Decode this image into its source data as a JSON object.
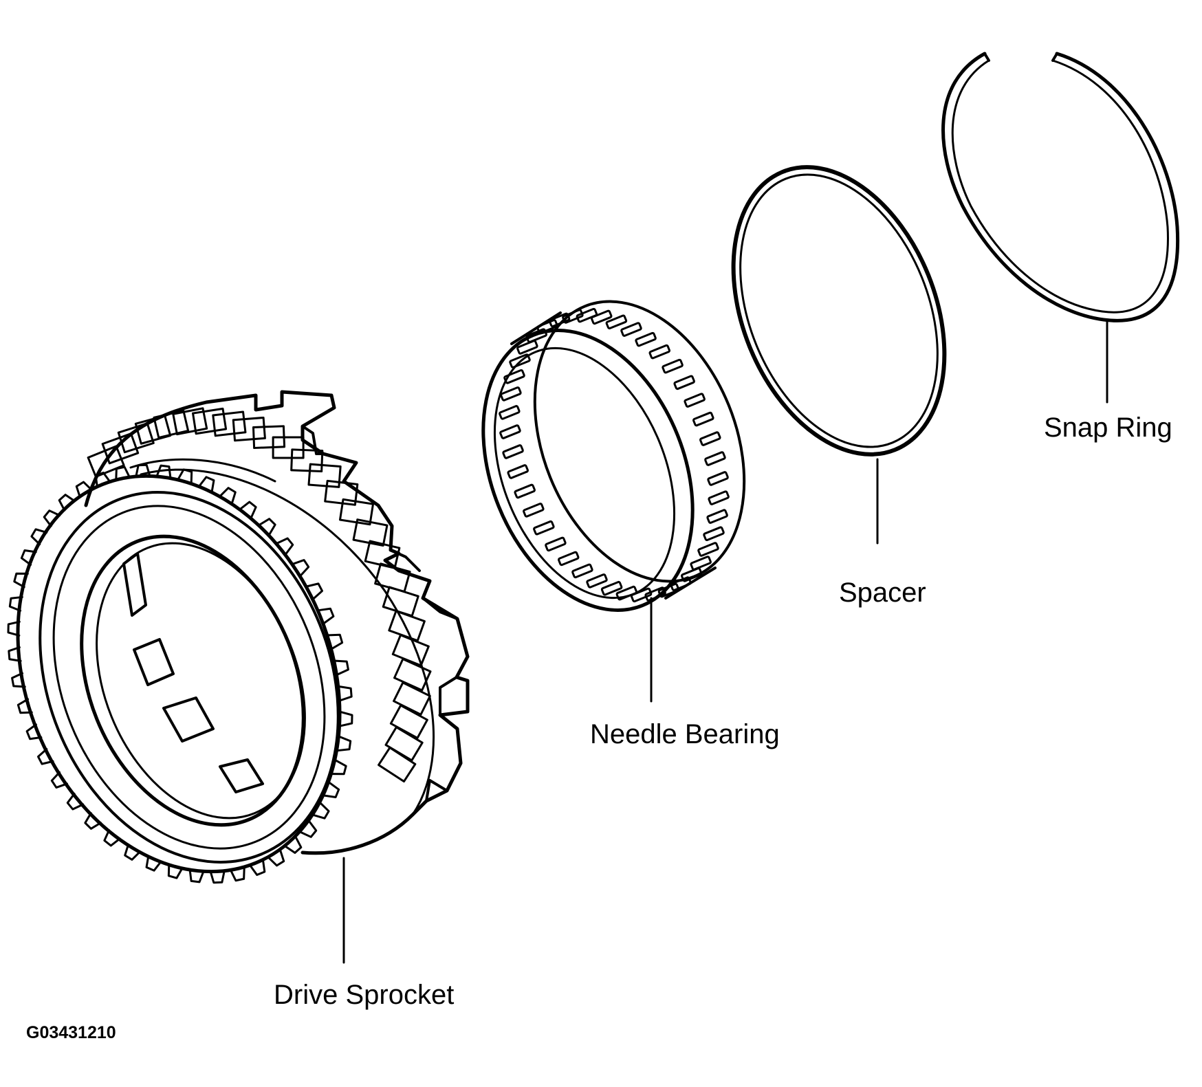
{
  "labels": {
    "drive_sprocket": "Drive Sprocket",
    "needle_bearing": "Needle Bearing",
    "spacer": "Spacer",
    "snap_ring": "Snap Ring"
  },
  "figure_id": "G03431210",
  "colors": {
    "ink": "#000000",
    "background": "#ffffff"
  }
}
